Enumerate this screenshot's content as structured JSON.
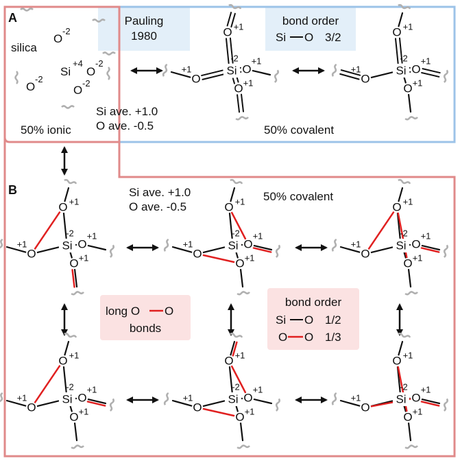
{
  "panels": {
    "a": "A",
    "b": "B"
  },
  "panel_a": {
    "silica": "silica",
    "pauling_1": "Pauling",
    "pauling_2": "1980",
    "bond_order_title": "bond order",
    "bond_order_si": "Si",
    "bond_order_o": "O",
    "bond_order_value": "3/2",
    "si_ave": "Si ave. +1.0",
    "o_ave": "O  ave.  -0.5",
    "ionic": "50% ionic",
    "covalent": "50% covalent"
  },
  "panel_b": {
    "si_ave": "Si ave. +1.0",
    "o_ave": "O  ave.  -0.5",
    "covalent": "50% covalent",
    "long_1_left": "long O",
    "long_1_right": "O",
    "long_2": "bonds",
    "bo_title": "bond order",
    "bo_si": "Si",
    "bo_o1": "O",
    "bo_val1": "1/2",
    "bo_o2": "O",
    "bo_o3": "O",
    "bo_val2": "1/3"
  },
  "atoms": {
    "si": "Si",
    "o": "O"
  },
  "charges": {
    "o_ion": "-2",
    "si_ion": "+4",
    "si_cov": "-2",
    "o_cov": "+1"
  },
  "colors": {
    "blue_frame": "#9cc3e8",
    "red_frame": "#e08a8a",
    "blue_box": "#e3eff9",
    "pink_box": "#fbe2e2",
    "red_bond": "#e02020",
    "wavy": "#b0b0b0",
    "black": "#111111"
  }
}
